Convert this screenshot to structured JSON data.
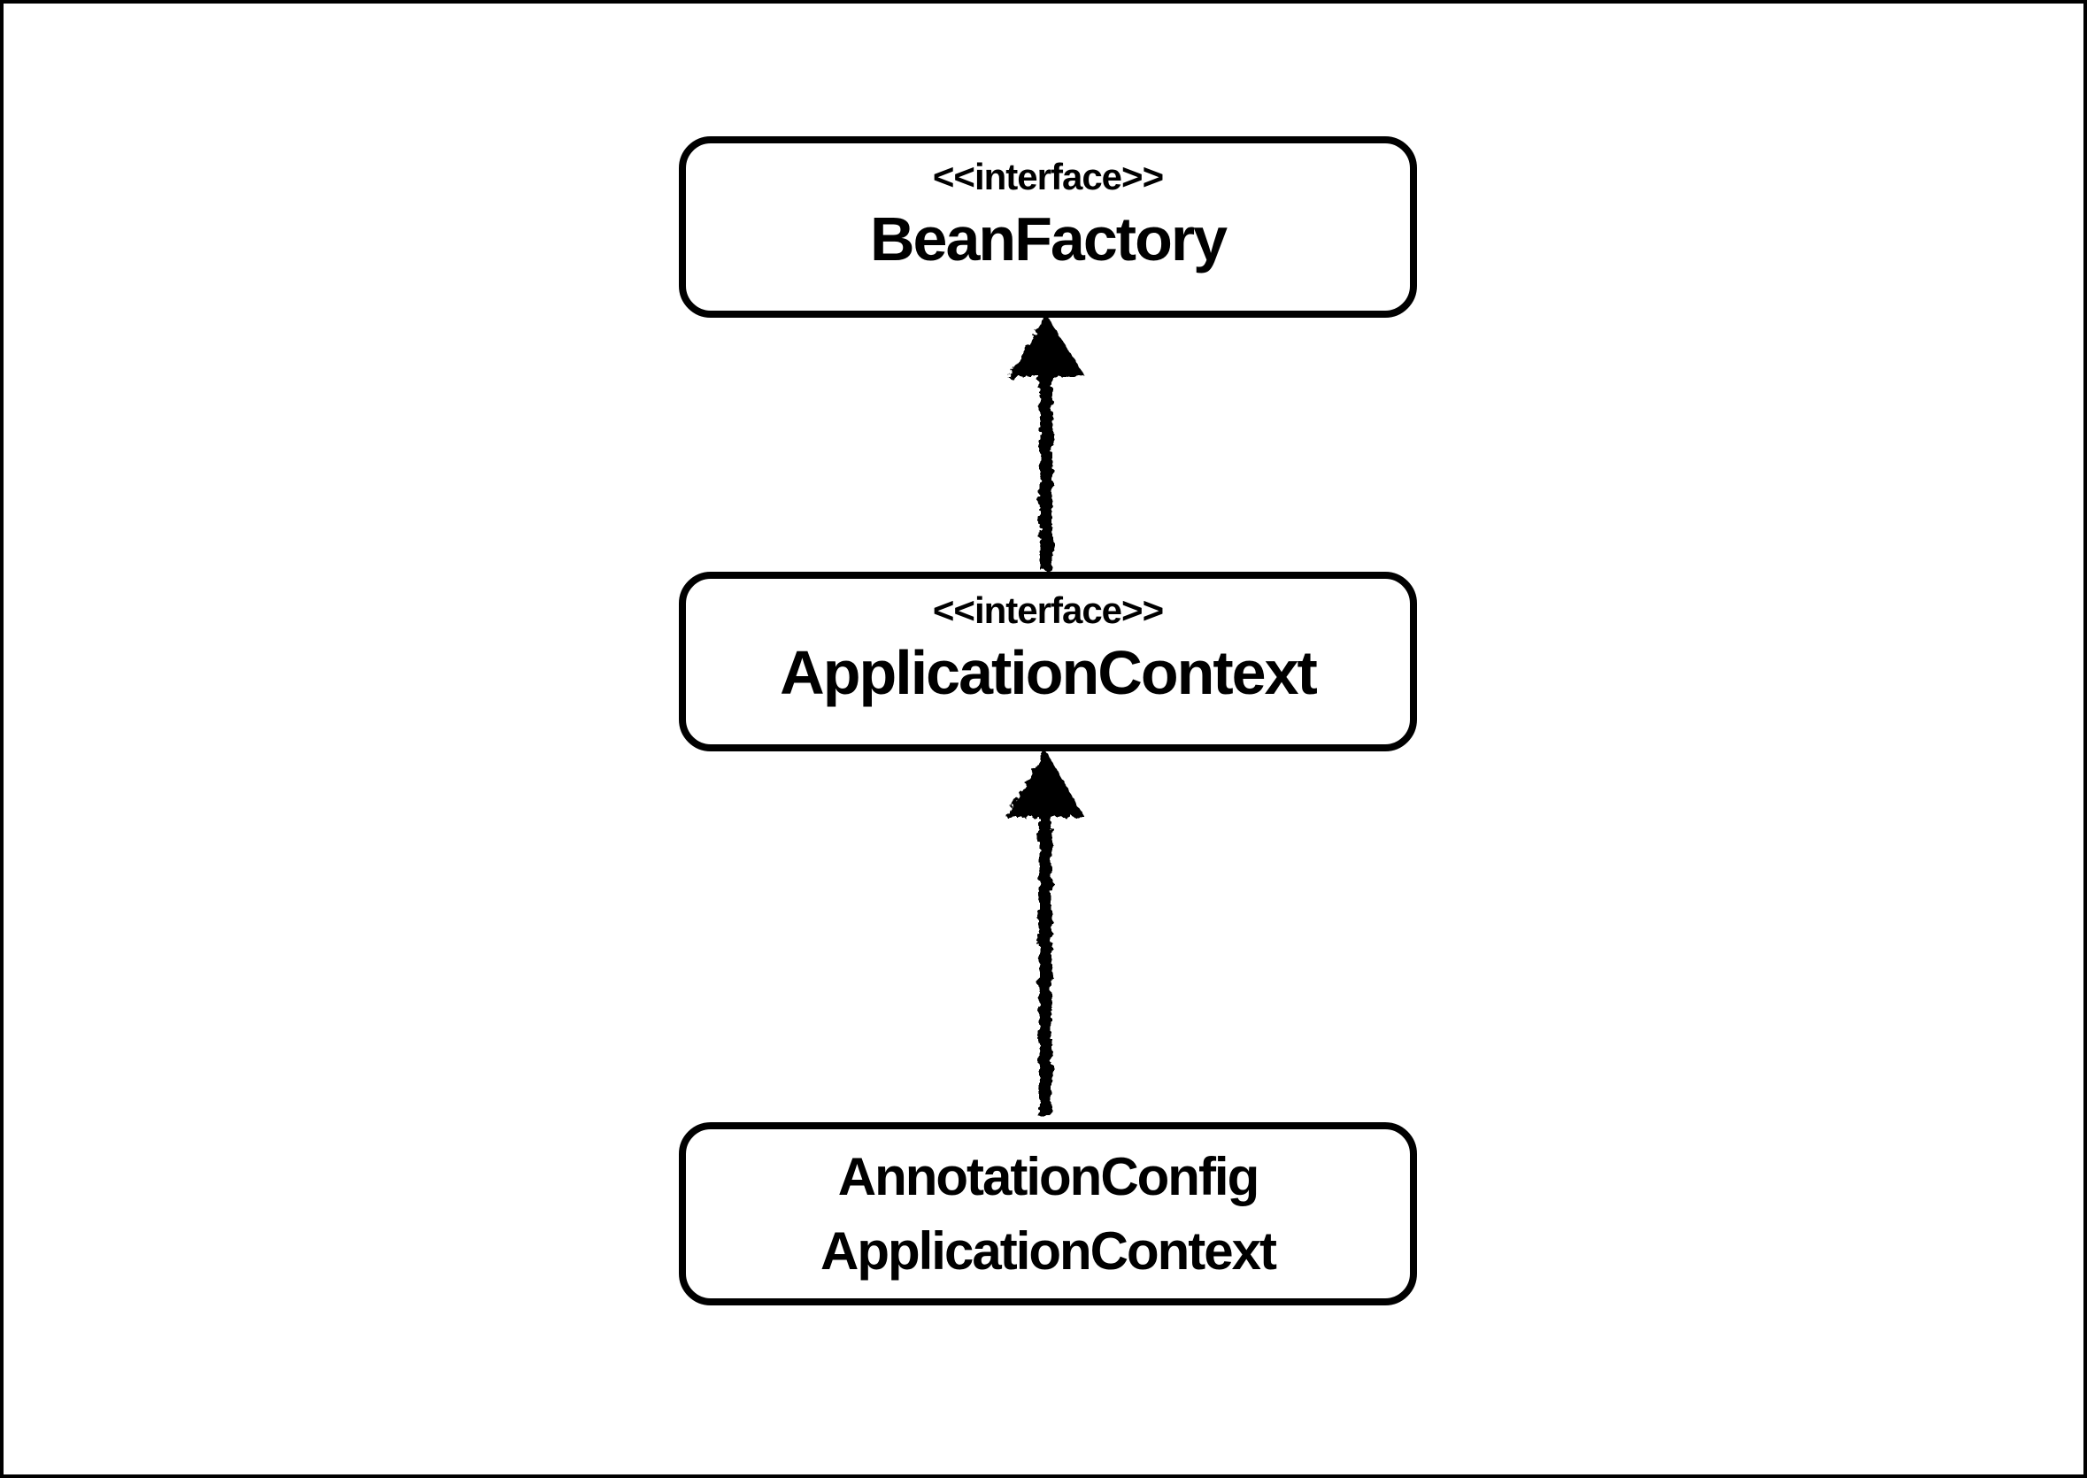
{
  "colors": {
    "background": "#ffffff",
    "node_fill": "#ffffff",
    "stroke": "#000000",
    "text": "#000000"
  },
  "nodes": [
    {
      "id": "bean-factory",
      "stereotype": "<<interface>>",
      "name": "BeanFactory"
    },
    {
      "id": "application-context",
      "stereotype": "<<interface>>",
      "name": "ApplicationContext"
    },
    {
      "id": "annotation-config-application-context",
      "name_line1": "AnnotationConfig",
      "name_line2": "ApplicationContext"
    }
  ],
  "edges": [
    {
      "from": "ApplicationContext",
      "to": "BeanFactory",
      "kind": "inheritance",
      "style": "sketchy-solid-arrow-up"
    },
    {
      "from": "AnnotationConfigApplicationContext",
      "to": "ApplicationContext",
      "kind": "inheritance",
      "style": "sketchy-solid-arrow-up"
    }
  ]
}
